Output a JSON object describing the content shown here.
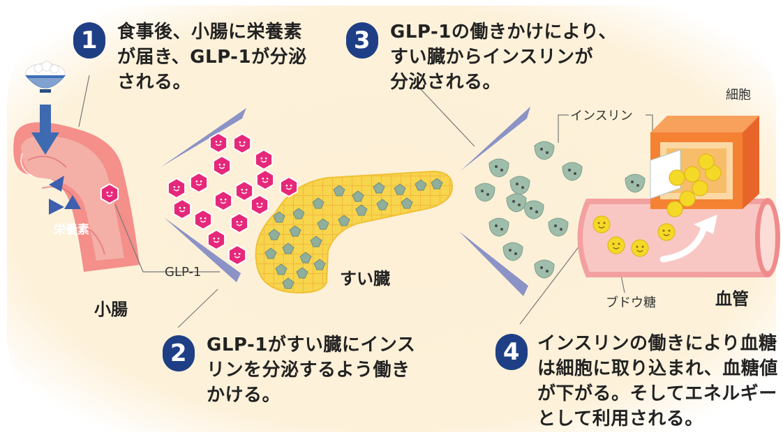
{
  "steps": [
    {
      "number": "1",
      "lines": [
        "食事後、小腸に栄養素",
        "が届き、GLP-1が分泌",
        "される。"
      ]
    },
    {
      "number": "2",
      "lines": [
        "GLP-1がすい臓にインス",
        "リンを分泌するよう働き",
        "かける。"
      ]
    },
    {
      "number": "3",
      "lines": [
        "GLP-1の働きかけにより、",
        "すい臓からインスリンが",
        "分泌される。"
      ]
    },
    {
      "number": "4",
      "lines": [
        "インスリンの働きにより血糖",
        "は細胞に取り込まれ、血糖値",
        "が下がる。そしてエネルギー",
        "として利用される。"
      ]
    }
  ],
  "labels": {
    "small_intestine": "小腸",
    "nutrients": "栄養素",
    "glp1": "GLP-1",
    "pancreas": "すい臓",
    "insulin": "インスリン",
    "cell": "細胞",
    "glucose": "ブドウ糖",
    "blood_vessel": "血管"
  },
  "icons": [
    "rice-bowl-icon",
    "down-arrow-icon",
    "up-arrow-icon"
  ],
  "colors": {
    "badge": "#1e3f85",
    "glp1_hexagon": "#e6287a",
    "insulin": "#9ebdaa",
    "glucose": "#f5d928",
    "pancreas": "#f6d64a",
    "intestine": "#f18c8c",
    "blood_vessel": "#f4a3a3",
    "cell": "#f58233",
    "background": "#fdf2dc"
  }
}
